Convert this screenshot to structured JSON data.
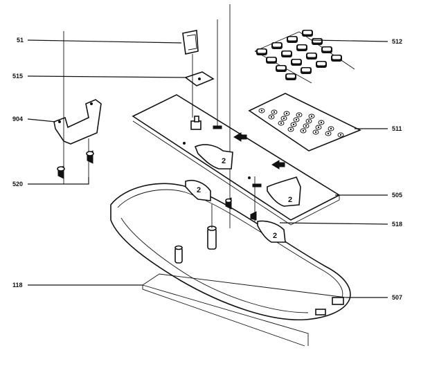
{
  "callouts": {
    "c51": "51",
    "c515": "515",
    "c904": "904",
    "c520": "520",
    "c512": "512",
    "c511": "511",
    "c505": "505",
    "c518": "518",
    "c118": "118",
    "c507": "507"
  },
  "step_labels": {
    "s1": "2",
    "s2": "2",
    "s3": "2",
    "s4": "2"
  }
}
